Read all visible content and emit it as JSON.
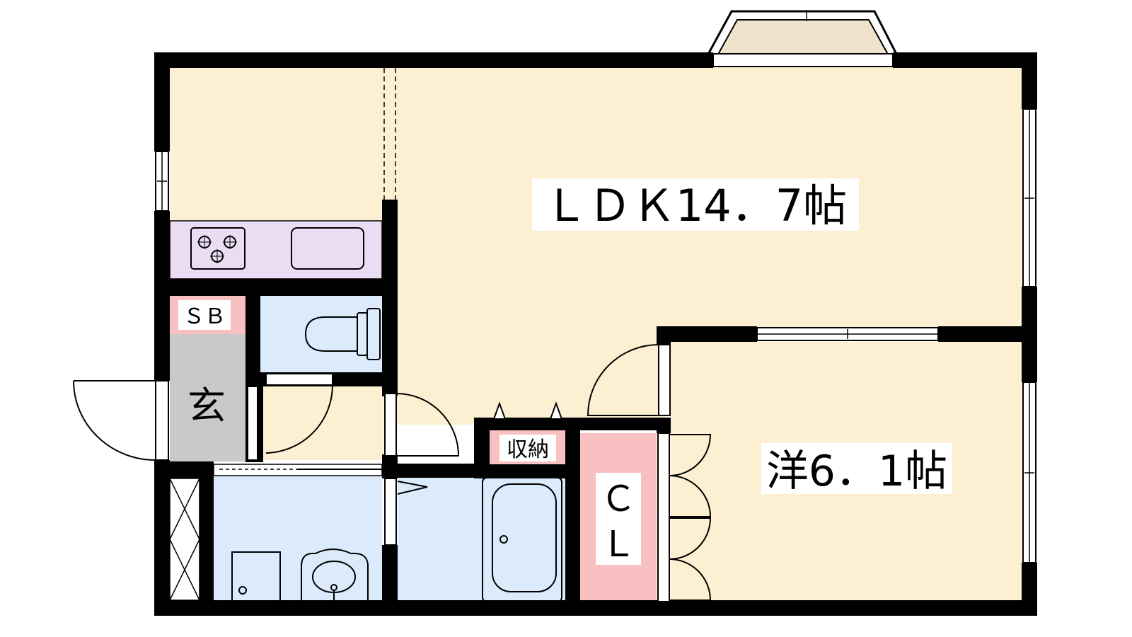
{
  "plan": {
    "rooms": {
      "ldk": "ＬＤＫ14．7帖",
      "western_room": "洋6．1帖",
      "entrance": "玄",
      "shoe_box": "ＳＢ",
      "storage": "収納",
      "closet_c": "Ｃ",
      "closet_l": "Ｌ"
    },
    "colors": {
      "floor": "#fdf0d2",
      "wet_area": "#dcebfb",
      "kitchen": "#eadcf2",
      "entrance_floor": "#c9c9c9",
      "accent_pink": "#f8c0c0",
      "balcony": "#f0e2cc",
      "wall": "#000000"
    }
  }
}
